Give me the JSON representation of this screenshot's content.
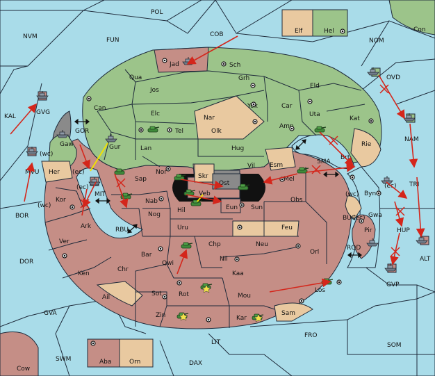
{
  "map": {
    "regions": {
      "POL": "POL",
      "COB": "COB",
      "FUN": "FUN",
      "NVM": "NVM",
      "NOM": "NOM",
      "Con": "Con",
      "Elf": "Elf",
      "Hel": "Hel",
      "Jad": "Jad",
      "Sch": "Sch",
      "Qua": "Qua",
      "Jos": "Jos",
      "Grh": "Grh",
      "Eld": "Eld",
      "OVD": "OVD",
      "KAL": "KAL",
      "GVG": "GVG",
      "Can": "Can",
      "Elc": "Elc",
      "Nar": "Nar",
      "Yok": "Yok",
      "Car": "Car",
      "Uta": "Uta",
      "Kat": "Kat",
      "Amp": "Amp",
      "Olk": "Olk",
      "Tel": "Tel",
      "GOR": "GOR",
      "Gaw": "Gaw",
      "Gur": "Gur",
      "Lan": "Lan",
      "Hug": "Hug",
      "Brt": "Brt",
      "Rie": "Rie",
      "NAM": "NAM",
      "MVU": "MVU",
      "wc1": "(wc)",
      "Her": "Her",
      "ec1": "(ec)",
      "Nor": "Nor",
      "Vil": "Vil",
      "Esm": "Esm",
      "SMA": "SMA",
      "Skr": "Skr",
      "Ost": "Ost",
      "Mel": "Mel",
      "TRI": "TRI",
      "Sap": "Sap",
      "ec2": "(ec)",
      "MIT": "MIT",
      "Veb": "Veb",
      "Byn": "Byn",
      "ec3": "(ec)",
      "Kor": "Kor",
      "Nab": "Nab",
      "Eun": "Eun",
      "Obs": "Obs",
      "wc2": "(wc)",
      "wc3": "(wc)",
      "BOR": "BOR",
      "Hil": "Hil",
      "Sun": "Sun",
      "Gwa": "Gwa",
      "Ark": "Ark",
      "Nog": "Nog",
      "Feu": "Feu",
      "BUC": "BUC",
      "ec4": "(ec)",
      "RBU": "RBU",
      "Uru": "Uru",
      "Pir": "Pir",
      "HUP": "HUP",
      "Ver": "Ver",
      "Chp": "Chp",
      "Neu": "Neu",
      "ALT": "ALT",
      "Bar": "Bar",
      "Orl": "Orl",
      "ROD": "ROD",
      "DOR": "DOR",
      "Nil": "Nil",
      "Qwi": "Qwi",
      "Ken": "Ken",
      "Chr": "Chr",
      "Kaa": "Kaa",
      "GVP": "GVP",
      "Rot": "Rot",
      "Los": "Los",
      "Sot": "Sot",
      "Ail": "Ail",
      "Mou": "Mou",
      "GVA": "GVA",
      "Zin": "Zin",
      "Kar": "Kar",
      "Sam": "Sam",
      "FRO": "FRO",
      "LIT": "LIT",
      "SOM": "SOM",
      "Aba": "Aba",
      "Orn": "Orn",
      "SWM": "SWM",
      "DAX": "DAX",
      "Cow": "Cow"
    },
    "colors": {
      "sea": "#a9dce9",
      "green_power": "#9cc48a",
      "red_power": "#c58e86",
      "neutral": "#e9c9a0",
      "impassable": "#8a8a8a",
      "order_arrow": "#d4261b"
    },
    "unit_types": [
      "army-tank",
      "fleet-ship"
    ]
  }
}
